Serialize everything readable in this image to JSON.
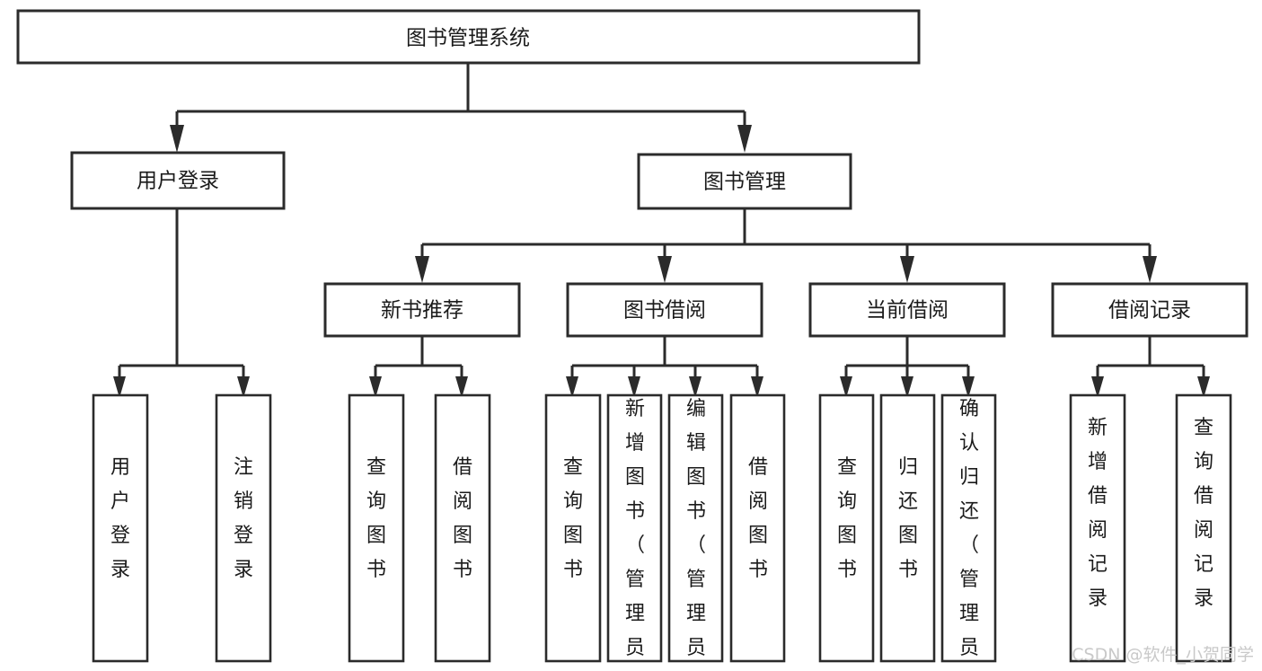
{
  "diagram": {
    "type": "tree-hierarchy-diagram",
    "title": "图书管理系统",
    "root": {
      "id": "root",
      "label": "图书管理系统",
      "level": 1
    },
    "level2": [
      {
        "id": "user-login",
        "label": "用户登录"
      },
      {
        "id": "book-manage",
        "label": "图书管理"
      }
    ],
    "level3": [
      {
        "id": "new-book-rec",
        "label": "新书推荐",
        "parent": "book-manage"
      },
      {
        "id": "book-borrow",
        "label": "图书借阅",
        "parent": "book-manage"
      },
      {
        "id": "current-borrow",
        "label": "当前借阅",
        "parent": "book-manage"
      },
      {
        "id": "borrow-record",
        "label": "借阅记录",
        "parent": "book-manage"
      }
    ],
    "leaves": [
      {
        "id": "leaf-user-login",
        "label": "用户登录",
        "parent": "user-login"
      },
      {
        "id": "leaf-logout-login",
        "label": "注销登录",
        "parent": "user-login"
      },
      {
        "id": "leaf-query-book-1",
        "label": "查询图书",
        "parent": "new-book-rec"
      },
      {
        "id": "leaf-borrow-book-1",
        "label": "借阅图书",
        "parent": "new-book-rec"
      },
      {
        "id": "leaf-query-book-2",
        "label": "查询图书",
        "parent": "book-borrow"
      },
      {
        "id": "leaf-add-book",
        "label": "新增图书（管理员）",
        "parent": "book-borrow"
      },
      {
        "id": "leaf-edit-book",
        "label": "编辑图书（管理员）",
        "parent": "book-borrow"
      },
      {
        "id": "leaf-borrow-book-2",
        "label": "借阅图书",
        "parent": "book-borrow"
      },
      {
        "id": "leaf-query-book-3",
        "label": "查询图书",
        "parent": "current-borrow"
      },
      {
        "id": "leaf-return-book",
        "label": "归还图书",
        "parent": "current-borrow"
      },
      {
        "id": "leaf-confirm-return",
        "label": "确认归还（管理员）",
        "parent": "current-borrow"
      },
      {
        "id": "leaf-add-record",
        "label": "新增借阅记录",
        "parent": "borrow-record"
      },
      {
        "id": "leaf-query-record",
        "label": "查询借阅记录",
        "parent": "borrow-record"
      }
    ],
    "colors": {
      "stroke": "#2b2b2b",
      "fill": "#ffffff",
      "text": "#1b1b1b",
      "watermark": "#c9c9c9",
      "background": "#ffffff"
    }
  },
  "watermark": {
    "label": "CSDN @软件_小贺同学"
  }
}
